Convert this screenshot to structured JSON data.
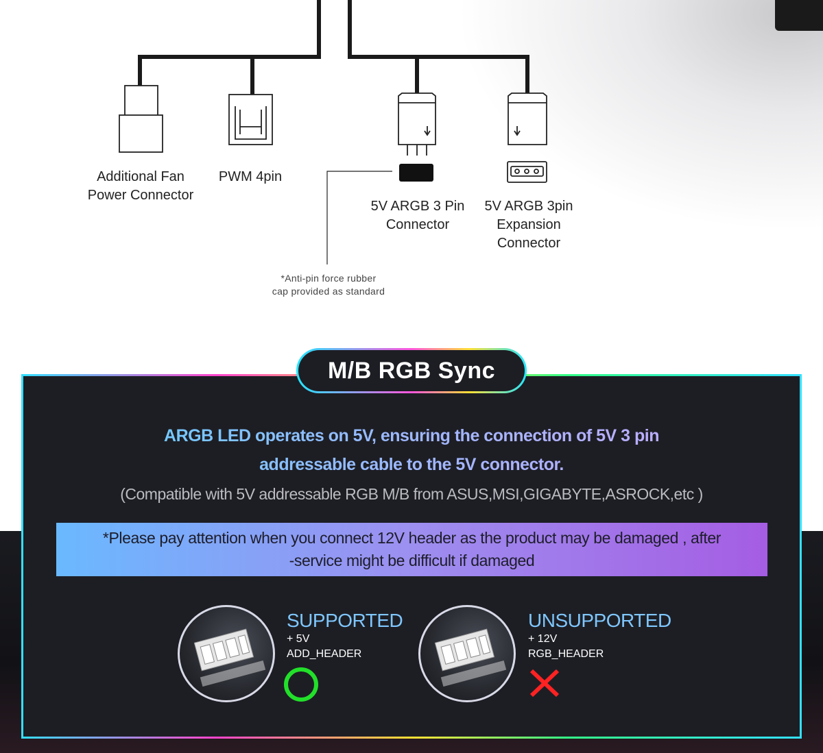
{
  "diagram": {
    "connectors": [
      {
        "label_line1": "Additional Fan",
        "label_line2": "Power Connector"
      },
      {
        "label_line1": "PWM 4pin"
      },
      {
        "label_line1": "5V ARGB 3 Pin",
        "label_line2": "Connector"
      },
      {
        "label_line1": "5V ARGB 3pin",
        "label_line2": "Expansion",
        "label_line3": "Connector"
      }
    ],
    "note_line1": "*Anti-pin force rubber",
    "note_line2": "cap provided as standard"
  },
  "sync": {
    "title": "M/B RGB Sync",
    "headline_line1": "ARGB LED operates on 5V, ensuring  the connection of 5V 3 pin",
    "headline_line2": "addressable cable to the 5V connector.",
    "compat": "(Compatible with 5V addressable RGB M/B  from ASUS,MSI,GIGABYTE,ASROCK,etc )",
    "warning_line1": "*Please pay attention when you connect 12V header as the product may be damaged , after",
    "warning_line2": "-service might be difficult if damaged",
    "supported": {
      "title": "SUPPORTED",
      "voltage": "+ 5V",
      "header": "ADD_HEADER",
      "icon": "green-circle-ok",
      "color": "#22e02a"
    },
    "unsupported": {
      "title": "UNSUPPORTED",
      "voltage": "+ 12V",
      "header": "RGB_HEADER",
      "icon": "red-x",
      "color": "#ff2222"
    }
  }
}
